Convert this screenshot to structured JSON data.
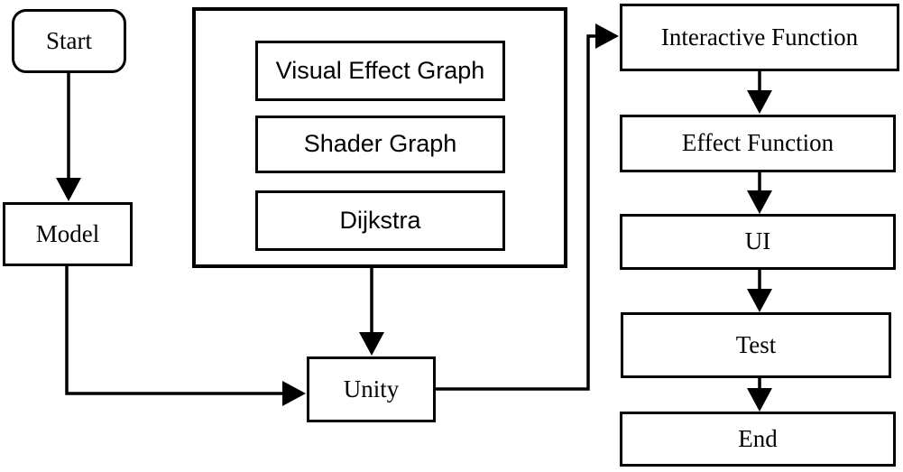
{
  "diagram": {
    "type": "flowchart",
    "colors": {
      "background": "#ffffff",
      "stroke": "#000000",
      "node_fill": "#ffffff"
    },
    "nodes": {
      "start": {
        "label": "Start",
        "shape": "rounded-rect"
      },
      "model": {
        "label": "Model",
        "shape": "rect"
      },
      "visual_effect_graph": {
        "label": "Visual Effect Graph",
        "shape": "rect"
      },
      "shader_graph": {
        "label": "Shader Graph",
        "shape": "rect"
      },
      "dijkstra": {
        "label": "Dijkstra",
        "shape": "rect"
      },
      "unity": {
        "label": "Unity",
        "shape": "rect"
      },
      "interactive_function": {
        "label": "Interactive Function",
        "shape": "rect"
      },
      "effect_function": {
        "label": "Effect Function",
        "shape": "rect"
      },
      "ui": {
        "label": "UI",
        "shape": "rect"
      },
      "test": {
        "label": "Test",
        "shape": "rect"
      },
      "end": {
        "label": "End",
        "shape": "rect"
      }
    },
    "groups": [
      {
        "name": "tool-group",
        "members": [
          "visual_effect_graph",
          "shader_graph",
          "dijkstra"
        ]
      }
    ],
    "edges": [
      {
        "from": "start",
        "to": "model"
      },
      {
        "from": "model",
        "to": "unity"
      },
      {
        "from": "tool-group",
        "to": "unity"
      },
      {
        "from": "unity",
        "to": "interactive_function"
      },
      {
        "from": "interactive_function",
        "to": "effect_function"
      },
      {
        "from": "effect_function",
        "to": "ui"
      },
      {
        "from": "ui",
        "to": "test"
      },
      {
        "from": "test",
        "to": "end"
      }
    ]
  }
}
